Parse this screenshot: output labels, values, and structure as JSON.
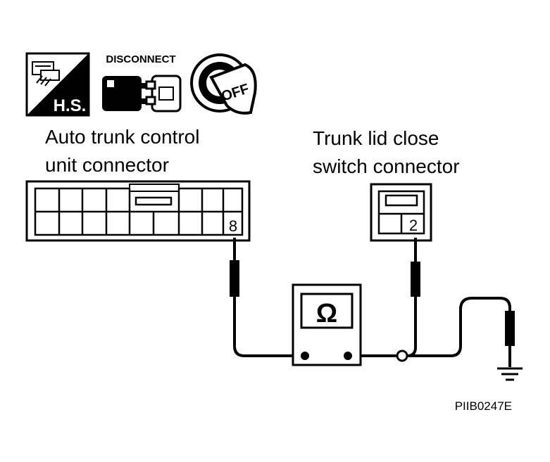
{
  "icons": {
    "hs_label": "H.S.",
    "disconnect_label": "DISCONNECT",
    "ignition_label": "OFF"
  },
  "connectors": {
    "control_unit_title": [
      "Auto trunk control",
      "unit connector"
    ],
    "control_unit_terminal": "8",
    "switch_title": [
      "Trunk lid close",
      "switch connector"
    ],
    "switch_terminal": "2"
  },
  "meter": {
    "symbol": "Ω"
  },
  "figure_code": "PIIB0247E",
  "colors": {
    "line": "#000000",
    "background": "#ffffff"
  }
}
